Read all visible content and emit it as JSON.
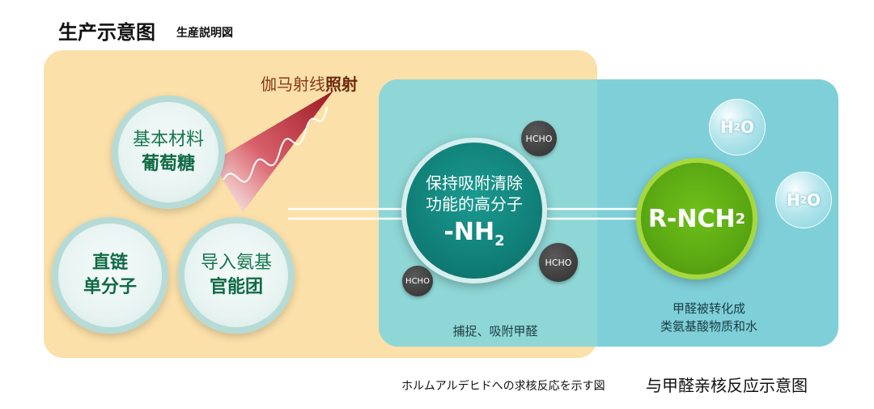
{
  "header": {
    "title": "生产示意图",
    "title_jp": "生産説明図"
  },
  "gamma": {
    "prefix": "伽马射线",
    "bold": "照射"
  },
  "circles": {
    "material": {
      "line1": "基本材料",
      "line2": "葡萄糖"
    },
    "chain": {
      "line1": "直链",
      "line2": "单分子"
    },
    "amino": {
      "line1": "导入氨基",
      "line2": "官能团"
    }
  },
  "nh2_circle": {
    "line1": "保持吸附清除",
    "line2": "功能的高分子",
    "formula": "-NH",
    "formula_sub": "2"
  },
  "rnch2_circle": {
    "formula": "R-NCH",
    "formula_sub": "2"
  },
  "hcho_labels": [
    "HCHO",
    "HCHO",
    "HCHO"
  ],
  "bubbles": [
    {
      "main": "H",
      "sub": "2",
      "tail": "O"
    },
    {
      "main": "H",
      "sub": "2",
      "tail": "O"
    }
  ],
  "captions": {
    "capture": "捕捉、吸附甲醛",
    "convert_line1": "甲醛被转化成",
    "convert_line2": "类氨基酸物质和水"
  },
  "footer": {
    "jp": "ホルムアルデヒドへの求核反応を示す図",
    "cn": "与甲醛亲核反应示意图"
  },
  "colors": {
    "panel_yellow": "#fbe0a9",
    "panel_teal": "#7ecfd8",
    "text_green": "#17764e",
    "nh2_teal": "#0f7b74",
    "rnch2_green": "#5aa813",
    "gamma_red": "#b0202a"
  }
}
